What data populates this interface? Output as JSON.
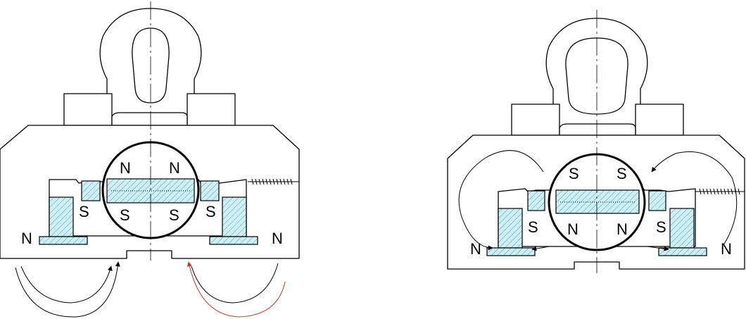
{
  "colors": {
    "outline": "#000000",
    "magnet_fill": "#cfeff4",
    "hatch_line": "#3aa9b8",
    "flux_line": "#000000",
    "flux_line_highlight": "#c0392b"
  },
  "left_diagram": {
    "rotor_top_left": "N",
    "rotor_top_right": "N",
    "rotor_bottom_left": "S",
    "rotor_bottom_right": "S",
    "small_left": "S",
    "small_right": "S",
    "outer_left": "N",
    "outer_right": "N"
  },
  "right_diagram": {
    "rotor_top_left": "S",
    "rotor_top_right": "S",
    "rotor_bottom_left": "N",
    "rotor_bottom_right": "N",
    "small_left": "S",
    "small_right": "S",
    "outer_left": "N",
    "outer_right": "N"
  }
}
